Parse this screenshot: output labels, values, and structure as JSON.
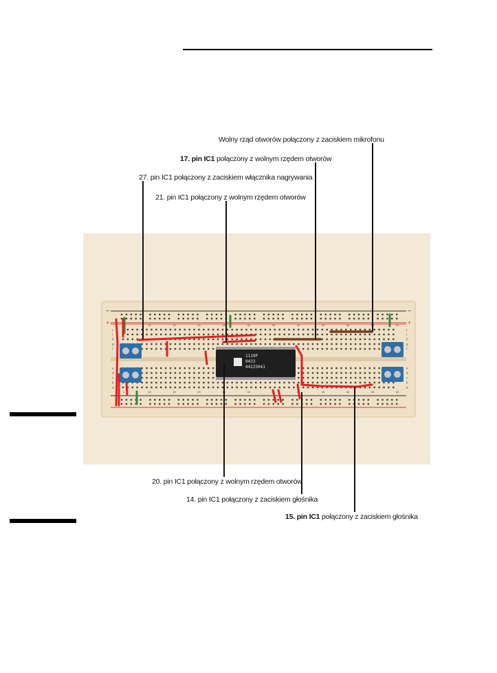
{
  "callouts": {
    "top": [
      {
        "lead": "",
        "text": "Wolny rząd otworów połączony z zaciskiem mikrofonu"
      },
      {
        "lead": "17. pin IC1",
        "text": " połączony z wolnym rzędem otworów"
      },
      {
        "lead": "",
        "text": "27. pin IC1 połączony z zaciskiem włącznika nagrywania"
      },
      {
        "lead": "",
        "text": "21. pin IC1 połączony z wolnym rzędem otworów"
      }
    ],
    "bottom": [
      {
        "lead": "",
        "text": "20. pin IC1 połączony z wolnym rzędem otworów"
      },
      {
        "lead": "",
        "text": "14. pin IC1 połączony z zaciskiem głośnika"
      },
      {
        "lead": "15. pin IC1",
        "text": " połączony z zaciskiem głośnika"
      }
    ]
  },
  "chip": {
    "line1": "1110P",
    "line2": "0433",
    "line3": "44225041"
  },
  "board": {
    "plus": "+",
    "minus": "–",
    "col_numbers": [
      "1",
      "10",
      "15",
      "20",
      "25",
      "30",
      "35",
      "40",
      "45",
      "50",
      "55",
      "60"
    ],
    "row_letters_top": [
      "j",
      "i",
      "h",
      "g",
      "f"
    ],
    "row_letters_bottom": [
      "e",
      "d",
      "c",
      "b",
      "a"
    ]
  },
  "colors": {
    "board": "#efe1c8",
    "paper": "#f4e9d6",
    "wire_red": "#e41f1f",
    "wire_brown": "#7a3a1c",
    "wire_green": "#2e8a3a",
    "terminal_blue": "#2f6fa8",
    "chip": "#1f1f1f"
  }
}
